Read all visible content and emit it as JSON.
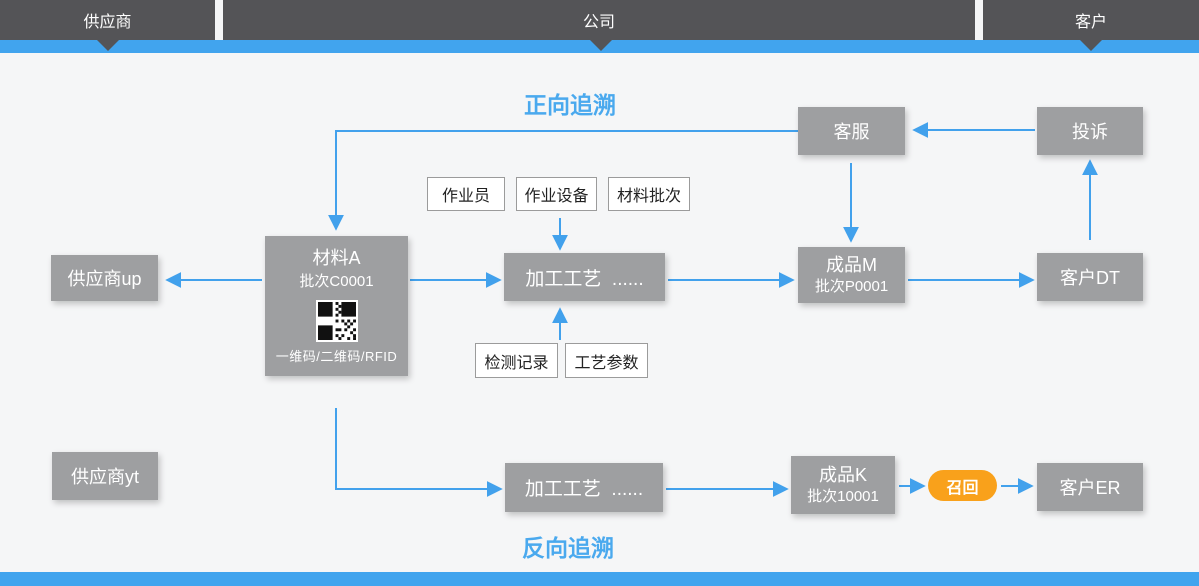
{
  "colors": {
    "bar_dark": "#545457",
    "accent_blue": "#41a4ee",
    "arrow_blue": "#42a1ec",
    "node_gray": "#9e9fa1",
    "recall_orange": "#f9a11b",
    "title_blue": "#4aa9ee"
  },
  "top_bar": {
    "segments": [
      {
        "label": "供应商"
      },
      {
        "label": "公司"
      },
      {
        "label": "客户"
      }
    ]
  },
  "titles": {
    "forward": "正向追溯",
    "backward": "反向追溯"
  },
  "nodes": {
    "kefu": {
      "label": "客服"
    },
    "tousu": {
      "label": "投诉"
    },
    "supplier_up": {
      "label": "供应商up"
    },
    "material_a": {
      "title": "材料A",
      "batch": "批次C0001",
      "caption": "一维码/二维码/RFID"
    },
    "process_top": {
      "label": "加工工艺  ......"
    },
    "product_m": {
      "title": "成品M",
      "batch": "批次P0001"
    },
    "customer_dt": {
      "label": "客户DT"
    },
    "supplier_yt": {
      "label": "供应商yt"
    },
    "process_bottom": {
      "label": "加工工艺  ......"
    },
    "product_k": {
      "title": "成品K",
      "batch": "批次10001"
    },
    "recall": {
      "label": "召回"
    },
    "customer_er": {
      "label": "客户ER"
    }
  },
  "tags": {
    "operator": "作业员",
    "equipment": "作业设备",
    "material_batch": "材料批次",
    "inspection": "检测记录",
    "process_params": "工艺参数"
  }
}
